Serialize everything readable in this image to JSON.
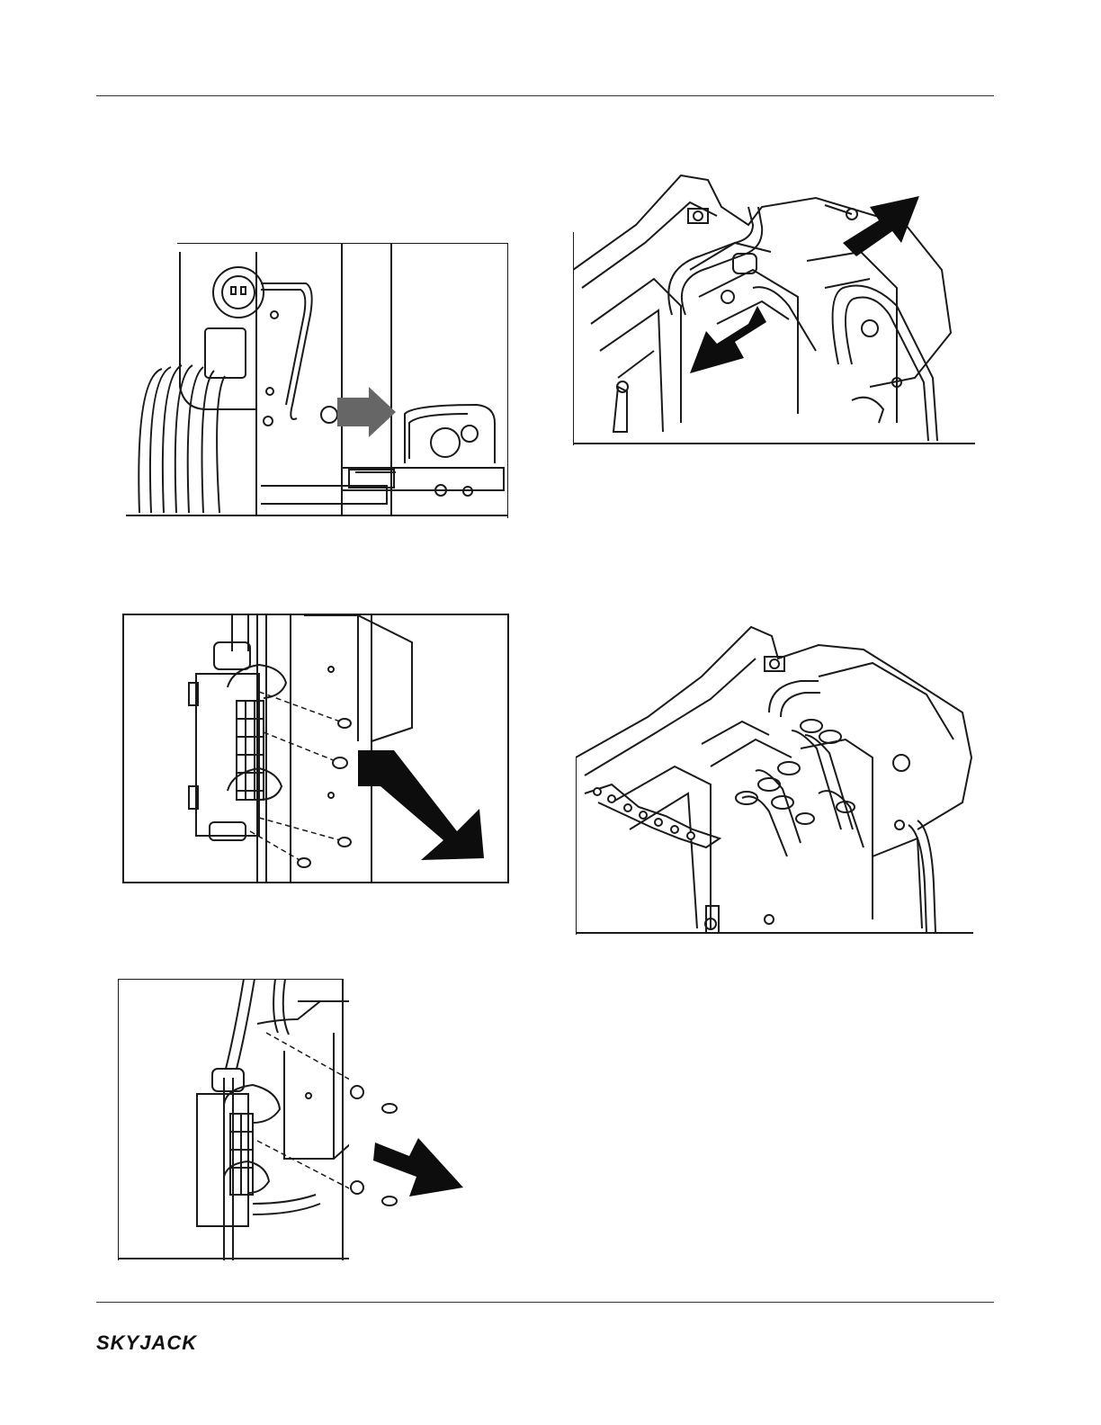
{
  "brand": {
    "logo_text": "SKYJACK"
  },
  "figures": [
    {
      "id": "fig-1",
      "subject": "power-inlet-bracket"
    },
    {
      "id": "fig-2",
      "subject": "connector-housing-removal"
    },
    {
      "id": "fig-3",
      "subject": "connector-block-removal"
    },
    {
      "id": "fig-4",
      "subject": "cable-clamp-removal"
    },
    {
      "id": "fig-5",
      "subject": "control-box-interior"
    }
  ],
  "colors": {
    "line": "#1a1a1a",
    "arrow_dark": "#0d0d0d",
    "arrow_gray": "#666666",
    "paper": "#ffffff"
  }
}
